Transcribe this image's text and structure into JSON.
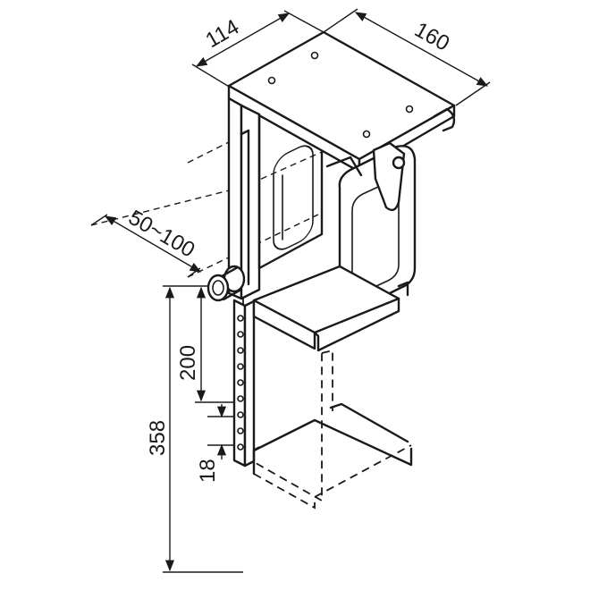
{
  "dimensions": {
    "depth": "114",
    "width": "160",
    "offset": "50~100",
    "adjust": "200",
    "height": "358",
    "min": "18"
  },
  "colors": {
    "line": "#1a1a1a",
    "background": "#ffffff"
  }
}
